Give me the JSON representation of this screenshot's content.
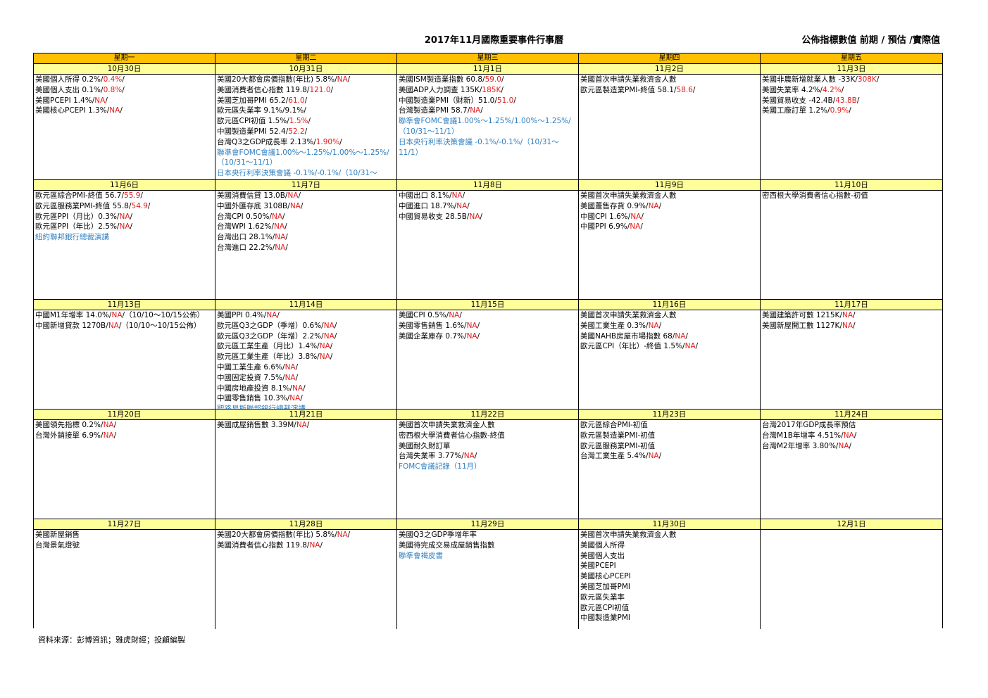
{
  "title": "2017年11月國際重要事件行事曆",
  "legend": "公佈指標數值  前期 / 預估 /實際值",
  "colors": {
    "weekday_bg": "#ffc000",
    "date_bg": "#ffff99",
    "actual": "#e41a1c",
    "event": "#2f7fc1"
  },
  "weekdays": [
    "星期一",
    "星期二",
    "星期三",
    "星期四",
    "星期五"
  ],
  "weeks": [
    [
      {
        "date": "10月30日",
        "lines": [
          [
            {
              "t": "美國個人所得  0.2%/"
            },
            {
              "t": "0.4%",
              "c": "red"
            },
            {
              "t": "/"
            }
          ],
          [
            {
              "t": "美國個人支出  0.1%/"
            },
            {
              "t": "0.8%",
              "c": "red"
            },
            {
              "t": "/"
            }
          ],
          [
            {
              "t": "美國PCEPI  1.4%/"
            },
            {
              "t": "NA",
              "c": "red"
            },
            {
              "t": "/"
            }
          ],
          [
            {
              "t": "美國核心PCEPI 1.3%/"
            },
            {
              "t": "NA",
              "c": "red"
            },
            {
              "t": "/"
            }
          ]
        ]
      },
      {
        "date": "10月31日",
        "lines": [
          [
            {
              "t": "美國20大都會房價指數(年比) 5.8%/"
            },
            {
              "t": "NA",
              "c": "red"
            },
            {
              "t": "/"
            }
          ],
          [
            {
              "t": "美國消費者信心指數  119.8/"
            },
            {
              "t": "121.0",
              "c": "red"
            },
            {
              "t": "/"
            }
          ],
          [
            {
              "t": "美國芝加哥PMI 65.2/"
            },
            {
              "t": "61.0",
              "c": "red"
            },
            {
              "t": "/"
            }
          ],
          [
            {
              "t": "歐元區失業率 9.1%/9.1%/"
            }
          ],
          [
            {
              "t": "歐元區CPI初值 1.5%/"
            },
            {
              "t": "1.5%",
              "c": "red"
            },
            {
              "t": "/"
            }
          ],
          [
            {
              "t": "中國製造業PMI 52.4/"
            },
            {
              "t": "52.2",
              "c": "red"
            },
            {
              "t": "/"
            }
          ],
          [
            {
              "t": "台灣Q3之GDP成長率 2.13%/"
            },
            {
              "t": "1.90%",
              "c": "red"
            },
            {
              "t": "/"
            }
          ],
          [
            {
              "t": "聯準會FOMC會議1.00%～1.25%/1.00%～1.25%/",
              "c": "blue"
            }
          ],
          [
            {
              "t": "（10/31～11/1）",
              "c": "blue"
            }
          ],
          [
            {
              "t": "日本央行利率決策會議 -0.1%/-0.1%/（10/31～",
              "c": "blue"
            }
          ]
        ]
      },
      {
        "date": "11月1日",
        "lines": [
          [
            {
              "t": "美國ISM製造業指數 60.8/"
            },
            {
              "t": "59.0",
              "c": "red"
            },
            {
              "t": "/"
            }
          ],
          [
            {
              "t": "美國ADP人力調查 135K/"
            },
            {
              "t": "185K",
              "c": "red"
            },
            {
              "t": "/"
            }
          ],
          [
            {
              "t": "中國製造業PMI（財新）51.0/"
            },
            {
              "t": "51.0",
              "c": "red"
            },
            {
              "t": "/"
            }
          ],
          [
            {
              "t": "台灣製造業PMI 58.7/"
            },
            {
              "t": "NA",
              "c": "red"
            },
            {
              "t": "/"
            }
          ],
          [
            {
              "t": "聯準會FOMC會議1.00%～1.25%/1.00%～1.25%/",
              "c": "blue"
            }
          ],
          [
            {
              "t": "（10/31～11/1）",
              "c": "blue"
            }
          ],
          [
            {
              "t": "日本央行利率決策會議 -0.1%/-0.1%/（10/31～",
              "c": "blue"
            }
          ],
          [
            {
              "t": "11/1）",
              "c": "blue"
            }
          ]
        ]
      },
      {
        "date": "11月2日",
        "lines": [
          [
            {
              "t": "美國首次申請失業救濟金人數"
            }
          ],
          [
            {
              "t": "歐元區製造業PMI-終值 58.1/"
            },
            {
              "t": "58.6",
              "c": "red"
            },
            {
              "t": "/"
            }
          ]
        ]
      },
      {
        "date": "11月3日",
        "lines": [
          [
            {
              "t": "美國非農新增就業人數 -33K/"
            },
            {
              "t": "308K",
              "c": "red"
            },
            {
              "t": "/"
            }
          ],
          [
            {
              "t": "美國失業率 4.2%/"
            },
            {
              "t": "4.2%",
              "c": "red"
            },
            {
              "t": "/"
            }
          ],
          [
            {
              "t": "美國貿易收支 -42.4B/"
            },
            {
              "t": "43.8B",
              "c": "red"
            },
            {
              "t": "/"
            }
          ],
          [
            {
              "t": "美國工廠訂單 1.2%/"
            },
            {
              "t": "0.9%",
              "c": "red"
            },
            {
              "t": "/"
            }
          ]
        ]
      }
    ],
    [
      {
        "date": "11月6日",
        "lines": [
          [
            {
              "t": "歐元區綜合PMI-終值 56.7/"
            },
            {
              "t": "55.9",
              "c": "red"
            },
            {
              "t": "/"
            }
          ],
          [
            {
              "t": "歐元區服務業PMI-終值 55.8/"
            },
            {
              "t": "54.9",
              "c": "red"
            },
            {
              "t": "/"
            }
          ],
          [
            {
              "t": "歐元區PPI（月比）0.3%/"
            },
            {
              "t": "NA",
              "c": "red"
            },
            {
              "t": "/"
            }
          ],
          [
            {
              "t": "歐元區PPI（年比）2.5%/"
            },
            {
              "t": "NA",
              "c": "red"
            },
            {
              "t": "/"
            }
          ],
          [
            {
              "t": "紐約聯邦銀行總裁演講",
              "c": "blue"
            }
          ]
        ]
      },
      {
        "date": "11月7日",
        "lines": [
          [
            {
              "t": "美國消費信貸 13.0B/"
            },
            {
              "t": "NA",
              "c": "red"
            },
            {
              "t": "/"
            }
          ],
          [
            {
              "t": "中國外匯存底 3108B/"
            },
            {
              "t": "NA",
              "c": "red"
            },
            {
              "t": "/"
            }
          ],
          [
            {
              "t": "台灣CPI  0.50%/"
            },
            {
              "t": "NA",
              "c": "red"
            },
            {
              "t": "/"
            }
          ],
          [
            {
              "t": "台灣WPI  1.62%/"
            },
            {
              "t": "NA",
              "c": "red"
            },
            {
              "t": "/"
            }
          ],
          [
            {
              "t": "台灣出口 28.1%/"
            },
            {
              "t": "NA",
              "c": "red"
            },
            {
              "t": "/"
            }
          ],
          [
            {
              "t": "台灣進口 22.2%/"
            },
            {
              "t": "NA",
              "c": "red"
            },
            {
              "t": "/"
            }
          ]
        ]
      },
      {
        "date": "11月8日",
        "lines": [
          [
            {
              "t": "中國出口 8.1%/"
            },
            {
              "t": "NA",
              "c": "red"
            },
            {
              "t": "/"
            }
          ],
          [
            {
              "t": "中國進口 18.7%/"
            },
            {
              "t": "NA",
              "c": "red"
            },
            {
              "t": "/"
            }
          ],
          [
            {
              "t": "中國貿易收支 28.5B/"
            },
            {
              "t": "NA",
              "c": "red"
            },
            {
              "t": "/"
            }
          ]
        ]
      },
      {
        "date": "11月9日",
        "lines": [
          [
            {
              "t": "美國首次申請失業救濟金人數"
            }
          ],
          [
            {
              "t": "美國躉售存貨 0.9%/"
            },
            {
              "t": "NA",
              "c": "red"
            },
            {
              "t": "/"
            }
          ],
          [
            {
              "t": "中國CPI 1.6%/"
            },
            {
              "t": "NA",
              "c": "red"
            },
            {
              "t": "/"
            }
          ],
          [
            {
              "t": "中國PPI 6.9%/"
            },
            {
              "t": "NA",
              "c": "red"
            },
            {
              "t": "/"
            }
          ]
        ]
      },
      {
        "date": "11月10日",
        "lines": [
          [
            {
              "t": "密西根大學消費者信心指數-初值"
            }
          ]
        ]
      }
    ],
    [
      {
        "date": "11月13日",
        "lines": [
          [
            {
              "t": "中國M1年增率 14.0%/"
            },
            {
              "t": "NA",
              "c": "red"
            },
            {
              "t": "/（10/10～10/15公佈）"
            }
          ],
          [
            {
              "t": "中國新增貸款 1270B/"
            },
            {
              "t": "NA",
              "c": "red"
            },
            {
              "t": "/（10/10～10/15公佈）"
            }
          ]
        ]
      },
      {
        "date": "11月14日",
        "lines": [
          [
            {
              "t": "美國PPI 0.4%/"
            },
            {
              "t": "NA",
              "c": "red"
            },
            {
              "t": "/"
            }
          ],
          [
            {
              "t": "歐元區Q3之GDP（季增）0.6%/"
            },
            {
              "t": "NA",
              "c": "red"
            },
            {
              "t": "/"
            }
          ],
          [
            {
              "t": "歐元區Q3之GDP（年增）2.2%/"
            },
            {
              "t": "NA",
              "c": "red"
            },
            {
              "t": "/"
            }
          ],
          [
            {
              "t": "歐元區工業生產（月比）1.4%/"
            },
            {
              "t": "NA",
              "c": "red"
            },
            {
              "t": "/"
            }
          ],
          [
            {
              "t": "歐元區工業生產（年比）3.8%/"
            },
            {
              "t": "NA",
              "c": "red"
            },
            {
              "t": "/"
            }
          ],
          [
            {
              "t": "中國工業生產 6.6%/"
            },
            {
              "t": "NA",
              "c": "red"
            },
            {
              "t": "/"
            }
          ],
          [
            {
              "t": "中國固定投資 7.5%/"
            },
            {
              "t": "NA",
              "c": "red"
            },
            {
              "t": "/"
            }
          ],
          [
            {
              "t": "中國房地產投資 8.1%/"
            },
            {
              "t": "NA",
              "c": "red"
            },
            {
              "t": "/"
            }
          ],
          [
            {
              "t": "中國零售銷售 10.3%/"
            },
            {
              "t": "NA",
              "c": "red"
            },
            {
              "t": "/"
            }
          ],
          [
            {
              "t": "聖路易斯聯邦銀行總裁演講",
              "c": "blue"
            }
          ]
        ]
      },
      {
        "date": "11月15日",
        "lines": [
          [
            {
              "t": "美國CPI  0.5%/"
            },
            {
              "t": "NA",
              "c": "red"
            },
            {
              "t": "/"
            }
          ],
          [
            {
              "t": "美國零售銷售 1.6%/"
            },
            {
              "t": "NA",
              "c": "red"
            },
            {
              "t": "/"
            }
          ],
          [
            {
              "t": "美國企業庫存 0.7%/"
            },
            {
              "t": "NA",
              "c": "red"
            },
            {
              "t": "/"
            }
          ]
        ]
      },
      {
        "date": "11月16日",
        "lines": [
          [
            {
              "t": "美國首次申請失業救濟金人數"
            }
          ],
          [
            {
              "t": "美國工業生產 0.3%/"
            },
            {
              "t": "NA",
              "c": "red"
            },
            {
              "t": "/"
            }
          ],
          [
            {
              "t": "美國NAHB房屋市場指數 68/"
            },
            {
              "t": "NA",
              "c": "red"
            },
            {
              "t": "/"
            }
          ],
          [
            {
              "t": "歐元區CPI（年比）-終值 1.5%/"
            },
            {
              "t": "NA",
              "c": "red"
            },
            {
              "t": "/"
            }
          ]
        ]
      },
      {
        "date": "11月17日",
        "lines": [
          [
            {
              "t": "美國建築許可數 1215K/"
            },
            {
              "t": "NA",
              "c": "red"
            },
            {
              "t": "/"
            }
          ],
          [
            {
              "t": "美國新屋開工數 1127K/"
            },
            {
              "t": "NA",
              "c": "red"
            },
            {
              "t": "/"
            }
          ]
        ]
      }
    ],
    [
      {
        "date": "11月20日",
        "lines": [
          [
            {
              "t": "美國領先指標 0.2%/"
            },
            {
              "t": "NA",
              "c": "red"
            },
            {
              "t": "/"
            }
          ],
          [
            {
              "t": "台灣外銷接單 6.9%/"
            },
            {
              "t": "NA",
              "c": "red"
            },
            {
              "t": "/"
            }
          ]
        ]
      },
      {
        "date": "11月21日",
        "lines": [
          [
            {
              "t": "美國成屋銷售數 3.39M/"
            },
            {
              "t": "NA",
              "c": "red"
            },
            {
              "t": "/"
            }
          ]
        ]
      },
      {
        "date": "11月22日",
        "lines": [
          [
            {
              "t": "美國首次申請失業救濟金人數"
            }
          ],
          [
            {
              "t": "密西根大學消費者信心指數-終值"
            }
          ],
          [
            {
              "t": "美國耐久財訂單"
            }
          ],
          [
            {
              "t": "台灣失業率 3.77%/"
            },
            {
              "t": "NA",
              "c": "red"
            },
            {
              "t": "/"
            }
          ],
          [
            {
              "t": "FOMC會議記錄（11月）",
              "c": "blue"
            }
          ]
        ]
      },
      {
        "date": "11月23日",
        "lines": [
          [
            {
              "t": "歐元區綜合PMI-初值"
            }
          ],
          [
            {
              "t": "歐元區製造業PMI-初值"
            }
          ],
          [
            {
              "t": "歐元區服務業PMI-初值"
            }
          ],
          [
            {
              "t": "台灣工業生產  5.4%/"
            },
            {
              "t": "NA",
              "c": "red"
            },
            {
              "t": "/"
            }
          ]
        ]
      },
      {
        "date": "11月24日",
        "lines": [
          [
            {
              "t": "台灣2017年GDP成長率預估"
            }
          ],
          [
            {
              "t": "台灣M1B年增率  4.51%/"
            },
            {
              "t": "NA",
              "c": "red"
            },
            {
              "t": "/"
            }
          ],
          [
            {
              "t": "台灣M2年增率 3.80%/"
            },
            {
              "t": "NA",
              "c": "red"
            },
            {
              "t": "/"
            }
          ]
        ]
      }
    ],
    [
      {
        "date": "11月27日",
        "lines": [
          [
            {
              "t": "美國新屋銷售"
            }
          ],
          [
            {
              "t": "台灣景氣燈號"
            }
          ]
        ]
      },
      {
        "date": "11月28日",
        "lines": [
          [
            {
              "t": "美國20大都會房價指數(年比) 5.8%/"
            },
            {
              "t": "NA",
              "c": "red"
            },
            {
              "t": "/"
            }
          ],
          [
            {
              "t": "美國消費者信心指數  119.8/"
            },
            {
              "t": "NA",
              "c": "red"
            },
            {
              "t": "/"
            }
          ]
        ]
      },
      {
        "date": "11月29日",
        "lines": [
          [
            {
              "t": "美國Q3之GDP季增年率"
            }
          ],
          [
            {
              "t": "美國待完成交易成屋銷售指數"
            }
          ],
          [
            {
              "t": "聯準會褐皮書",
              "c": "blue"
            }
          ]
        ]
      },
      {
        "date": "11月30日",
        "lines": [
          [
            {
              "t": "美國首次申請失業救濟金人數"
            }
          ],
          [
            {
              "t": "美國個人所得"
            }
          ],
          [
            {
              "t": "美國個人支出"
            }
          ],
          [
            {
              "t": "美國PCEPI"
            }
          ],
          [
            {
              "t": "美國核心PCEPI"
            }
          ],
          [
            {
              "t": "美國芝加哥PMI"
            }
          ],
          [
            {
              "t": "歐元區失業率"
            }
          ],
          [
            {
              "t": "歐元區CPI初值"
            }
          ],
          [
            {
              "t": "中國製造業PMI"
            }
          ]
        ]
      },
      {
        "date": "12月1日",
        "lines": []
      }
    ]
  ],
  "source": "資料來源：彭博資訊；雅虎財經；投顧編製"
}
